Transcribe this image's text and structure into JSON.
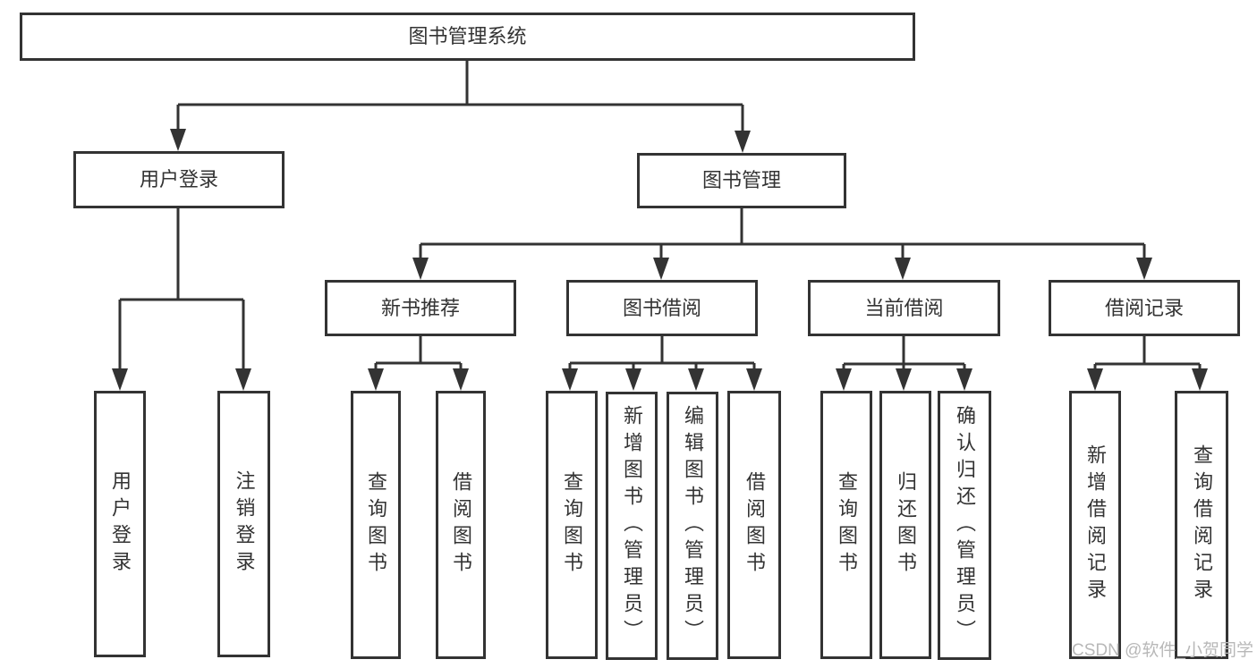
{
  "page": {
    "background": "#ffffff"
  },
  "diagram": {
    "type": "hierarchy",
    "line_color": "#333333",
    "text_color": "#333333",
    "box_background": "#ffffff",
    "watermark": {
      "text": "CSDN @软件_小贺同学",
      "color": "#b8b8b8"
    },
    "tree": {
      "root": {
        "label": "图书管理系统",
        "children": [
          {
            "label": "用户登录",
            "children": [
              {
                "label": "用户登录"
              },
              {
                "label": "注销登录"
              }
            ]
          },
          {
            "label": "图书管理",
            "children": [
              {
                "label": "新书推荐",
                "children": [
                  {
                    "label": "查询图书"
                  },
                  {
                    "label": "借阅图书"
                  }
                ]
              },
              {
                "label": "图书借阅",
                "children": [
                  {
                    "label": "查询图书"
                  },
                  {
                    "label": "新增图书（管理员）"
                  },
                  {
                    "label": "编辑图书（管理员）"
                  },
                  {
                    "label": "借阅图书"
                  }
                ]
              },
              {
                "label": "当前借阅",
                "children": [
                  {
                    "label": "查询图书"
                  },
                  {
                    "label": "归还图书"
                  },
                  {
                    "label": "确认归还（管理员）"
                  }
                ]
              },
              {
                "label": "借阅记录",
                "children": [
                  {
                    "label": "新增借阅记录"
                  },
                  {
                    "label": "查询借阅记录"
                  }
                ]
              }
            ]
          }
        ]
      }
    }
  }
}
